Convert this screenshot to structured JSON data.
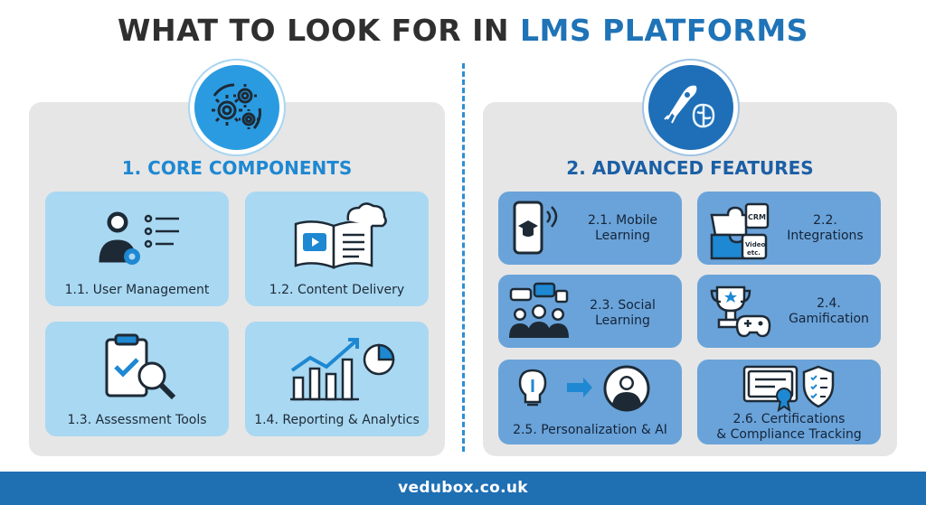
{
  "title": {
    "part1": "WHAT TO LOOK FOR IN ",
    "part2": "LMS PLATFORMS"
  },
  "sections": [
    {
      "heading": "1. CORE COMPONENTS",
      "badge_icon": "gears-icon",
      "items": [
        {
          "label": "1.1. User Management",
          "icon": "user-list-gear-icon"
        },
        {
          "label": "1.2. Content Delivery",
          "icon": "book-cloud-icon"
        },
        {
          "label": "1.3. Assessment Tools",
          "icon": "clipboard-magnifier-icon"
        },
        {
          "label": "1.4. Reporting & Analytics",
          "icon": "bar-chart-pie-icon"
        }
      ]
    },
    {
      "heading": "2. ADVANCED FEATURES",
      "badge_icon": "rocket-brain-icon",
      "items": [
        {
          "label_line1": "2.1. Mobile",
          "label_line2": "Learning",
          "icon": "phone-graduation-icon"
        },
        {
          "label_line1": "2.2.",
          "label_line2": "Integrations",
          "icon": "puzzle-icon",
          "icon_text1": "CRM",
          "icon_text2": "Video",
          "icon_text3": "etc."
        },
        {
          "label_line1": "2.3. Social",
          "label_line2": "Learning",
          "icon": "people-chat-icon"
        },
        {
          "label_line1": "2.4.",
          "label_line2": "Gamification",
          "icon": "trophy-gamepad-icon"
        },
        {
          "label_line1": "2.5. Personalization & AI",
          "label_line2": "",
          "icon": "bulb-arrow-person-icon"
        },
        {
          "label_line1": "2.6. Certifications",
          "label_line2": "& Compliance Tracking",
          "icon": "certificate-shield-icon"
        }
      ]
    }
  ],
  "footer": {
    "text": "vedubox.co.uk"
  },
  "colors": {
    "accent_blue": "#1f73b7",
    "light_card": "#a9d8f2",
    "dark_card": "#6aa3d9",
    "footer": "#1f6fb3"
  }
}
